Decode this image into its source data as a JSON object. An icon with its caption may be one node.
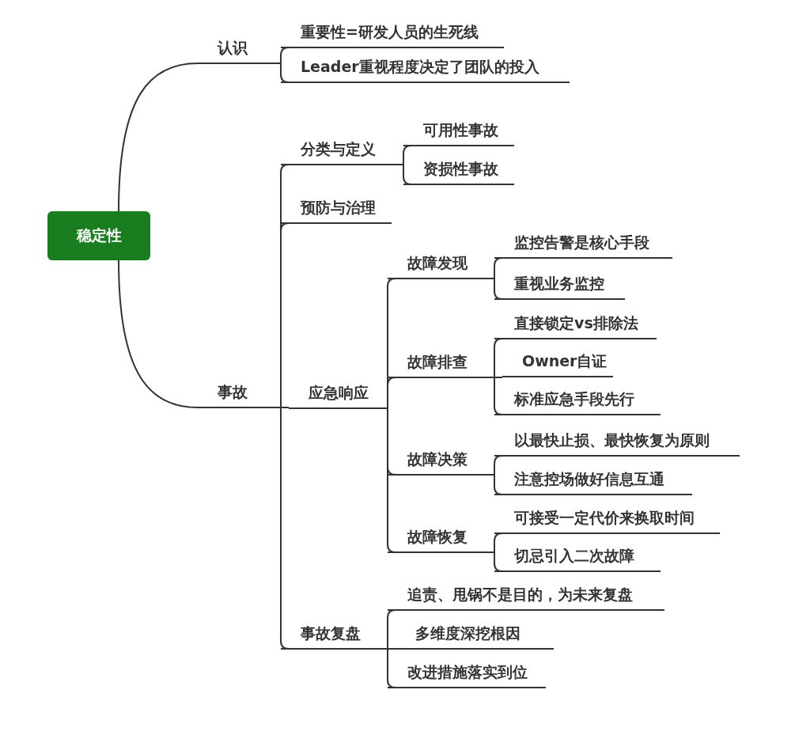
{
  "diagram": {
    "nodes": [
      {
        "text": [
          "稳定性"
        ]
      },
      {
        "text": [
          "认识"
        ]
      },
      {
        "text": [
          "重要性=研发人员的生死线"
        ]
      },
      {
        "text": [
          "Leader重视程度决定了团队的投入"
        ]
      },
      {
        "text": [
          "事故"
        ]
      },
      {
        "text": [
          "分类与定义"
        ]
      },
      {
        "text": [
          "可用性事故"
        ]
      },
      {
        "text": [
          "资损性事故"
        ]
      },
      {
        "text": [
          "预防与治理"
        ]
      },
      {
        "text": [
          "应急响应"
        ]
      },
      {
        "text": [
          "故障发现"
        ]
      },
      {
        "text": [
          "监控告警是核心手段"
        ]
      },
      {
        "text": [
          "重视业务监控"
        ]
      },
      {
        "text": [
          "故障排查"
        ]
      },
      {
        "text": [
          "直接锁定vs排除法"
        ]
      },
      {
        "text": [
          "Owner自证"
        ]
      },
      {
        "text": [
          "标准应急手段先行"
        ]
      },
      {
        "text": [
          "故障决策"
        ]
      },
      {
        "text": [
          "以最快止损、最快恢复为原则"
        ]
      },
      {
        "text": [
          "注意控场做好信息互通"
        ]
      },
      {
        "text": [
          "故障恢复"
        ]
      },
      {
        "text": [
          "可接受一定代价来换取时间"
        ]
      },
      {
        "text": [
          "切忌引入二次故障"
        ]
      },
      {
        "text": [
          "事故复盘"
        ]
      },
      {
        "text": [
          "追责、甩锅不是目的，为未来复盘"
        ]
      },
      {
        "text": [
          "多维度深挖根因"
        ]
      },
      {
        "text": [
          "改进措施落实到位"
        ]
      }
    ],
    "edges": [
      {
        "from": 0,
        "to": 1,
        "arrow": "none"
      },
      {
        "from": 0,
        "to": 4,
        "arrow": "none"
      },
      {
        "from": 1,
        "to": 2,
        "arrow": "none"
      },
      {
        "from": 1,
        "to": 3,
        "arrow": "none"
      },
      {
        "from": 4,
        "to": 5,
        "arrow": "none"
      },
      {
        "from": 4,
        "to": 8,
        "arrow": "none"
      },
      {
        "from": 4,
        "to": 9,
        "arrow": "none"
      },
      {
        "from": 4,
        "to": 23,
        "arrow": "none"
      },
      {
        "from": 5,
        "to": 6,
        "arrow": "none"
      },
      {
        "from": 5,
        "to": 7,
        "arrow": "none"
      },
      {
        "from": 9,
        "to": 10,
        "arrow": "none"
      },
      {
        "from": 9,
        "to": 13,
        "arrow": "none"
      },
      {
        "from": 9,
        "to": 17,
        "arrow": "none"
      },
      {
        "from": 9,
        "to": 20,
        "arrow": "none"
      },
      {
        "from": 10,
        "to": 11,
        "arrow": "none"
      },
      {
        "from": 10,
        "to": 12,
        "arrow": "none"
      },
      {
        "from": 13,
        "to": 14,
        "arrow": "none"
      },
      {
        "from": 13,
        "to": 15,
        "arrow": "none"
      },
      {
        "from": 13,
        "to": 16,
        "arrow": "none"
      },
      {
        "from": 17,
        "to": 18,
        "arrow": "none"
      },
      {
        "from": 17,
        "to": 19,
        "arrow": "none"
      },
      {
        "from": 20,
        "to": 21,
        "arrow": "none"
      },
      {
        "from": 20,
        "to": 22,
        "arrow": "none"
      },
      {
        "from": 23,
        "to": 24,
        "arrow": "none"
      },
      {
        "from": 23,
        "to": 25,
        "arrow": "none"
      },
      {
        "from": 23,
        "to": 26,
        "arrow": "none"
      }
    ]
  }
}
